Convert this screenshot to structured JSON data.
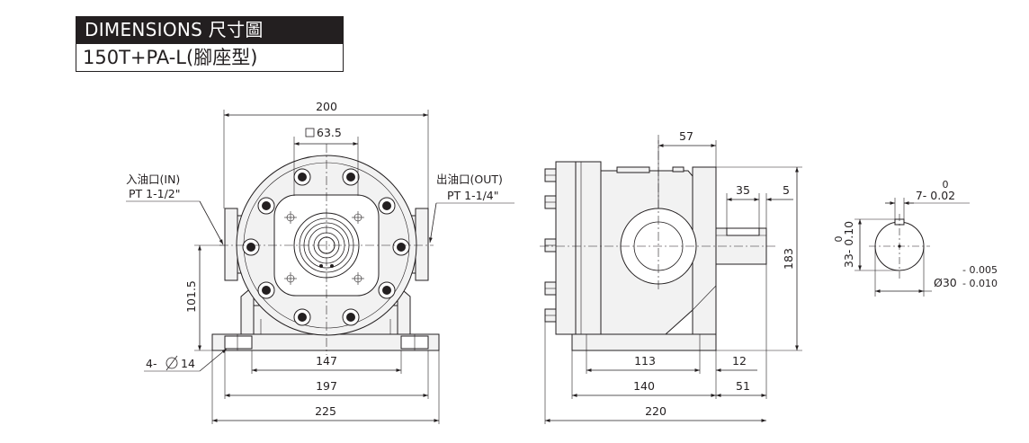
{
  "header": {
    "title": "DIMENSIONS  尺寸圖",
    "model": "150T+PA-L(腳座型)"
  },
  "front_view": {
    "width_200": "200",
    "square_63_5": "63.5",
    "inlet_label": "入油口(IN)",
    "inlet_thread": "PT  1-1/2\"",
    "outlet_label": "出油口(OUT)",
    "outlet_thread": "PT  1-1/4\"",
    "height_101_5": "101.5",
    "holes_label": "4-",
    "holes_dia": "14",
    "base_147": "147",
    "base_197": "197",
    "base_225": "225"
  },
  "side_view": {
    "dim_57": "57",
    "dim_35": "35",
    "dim_5": "5",
    "dim_183": "183",
    "dim_113": "113",
    "dim_12": "12",
    "dim_140": "140",
    "dim_51": "51",
    "dim_220": "220"
  },
  "shaft_section": {
    "key_tol_upper": "0",
    "key_tol": "7- 0.02",
    "height_tol_upper": "0",
    "height_tol": "33- 0.10",
    "dia_tol_upper": "- 0.005",
    "dia_label": "Ø30",
    "dia_tol_lower": "- 0.010"
  },
  "colors": {
    "ink": "#231f20",
    "header_bg": "#231f20",
    "body_fill": "#f2f2f2"
  }
}
